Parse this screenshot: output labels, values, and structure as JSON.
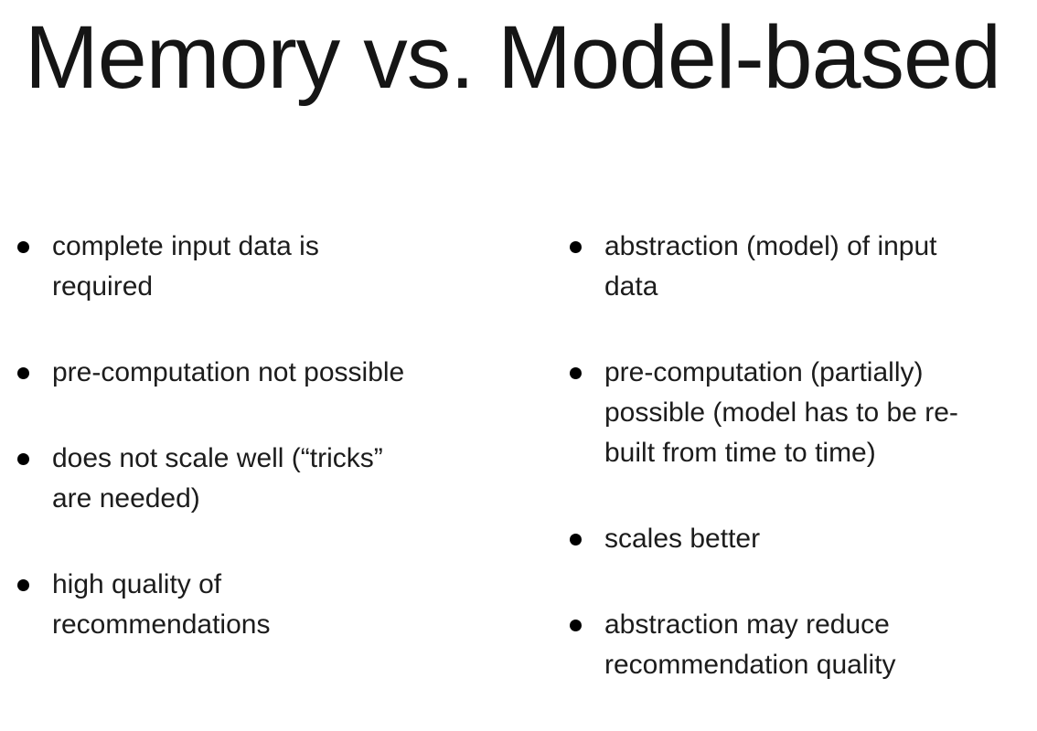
{
  "slide": {
    "title": "Memory vs. Model-based",
    "left_column": {
      "items": [
        {
          "text": "complete input data is\nrequired"
        },
        {
          "text": "pre-computation not possible"
        },
        {
          "text": "does not scale well (“tricks”\nare needed)"
        },
        {
          "text": "high quality of\nrecommendations"
        }
      ]
    },
    "right_column": {
      "items": [
        {
          "text": "abstraction (model) of input\ndata"
        },
        {
          "text": "pre-computation (partially)\npossible (model has to be re-\nbuilt from time to time)"
        },
        {
          "text": "scales better"
        },
        {
          "text": "abstraction may reduce\nrecommendation quality"
        }
      ]
    }
  },
  "colors": {
    "background": "#ffffff",
    "title_text": "#151515",
    "body_text": "#1c1c1c",
    "bullet": "#000000"
  }
}
